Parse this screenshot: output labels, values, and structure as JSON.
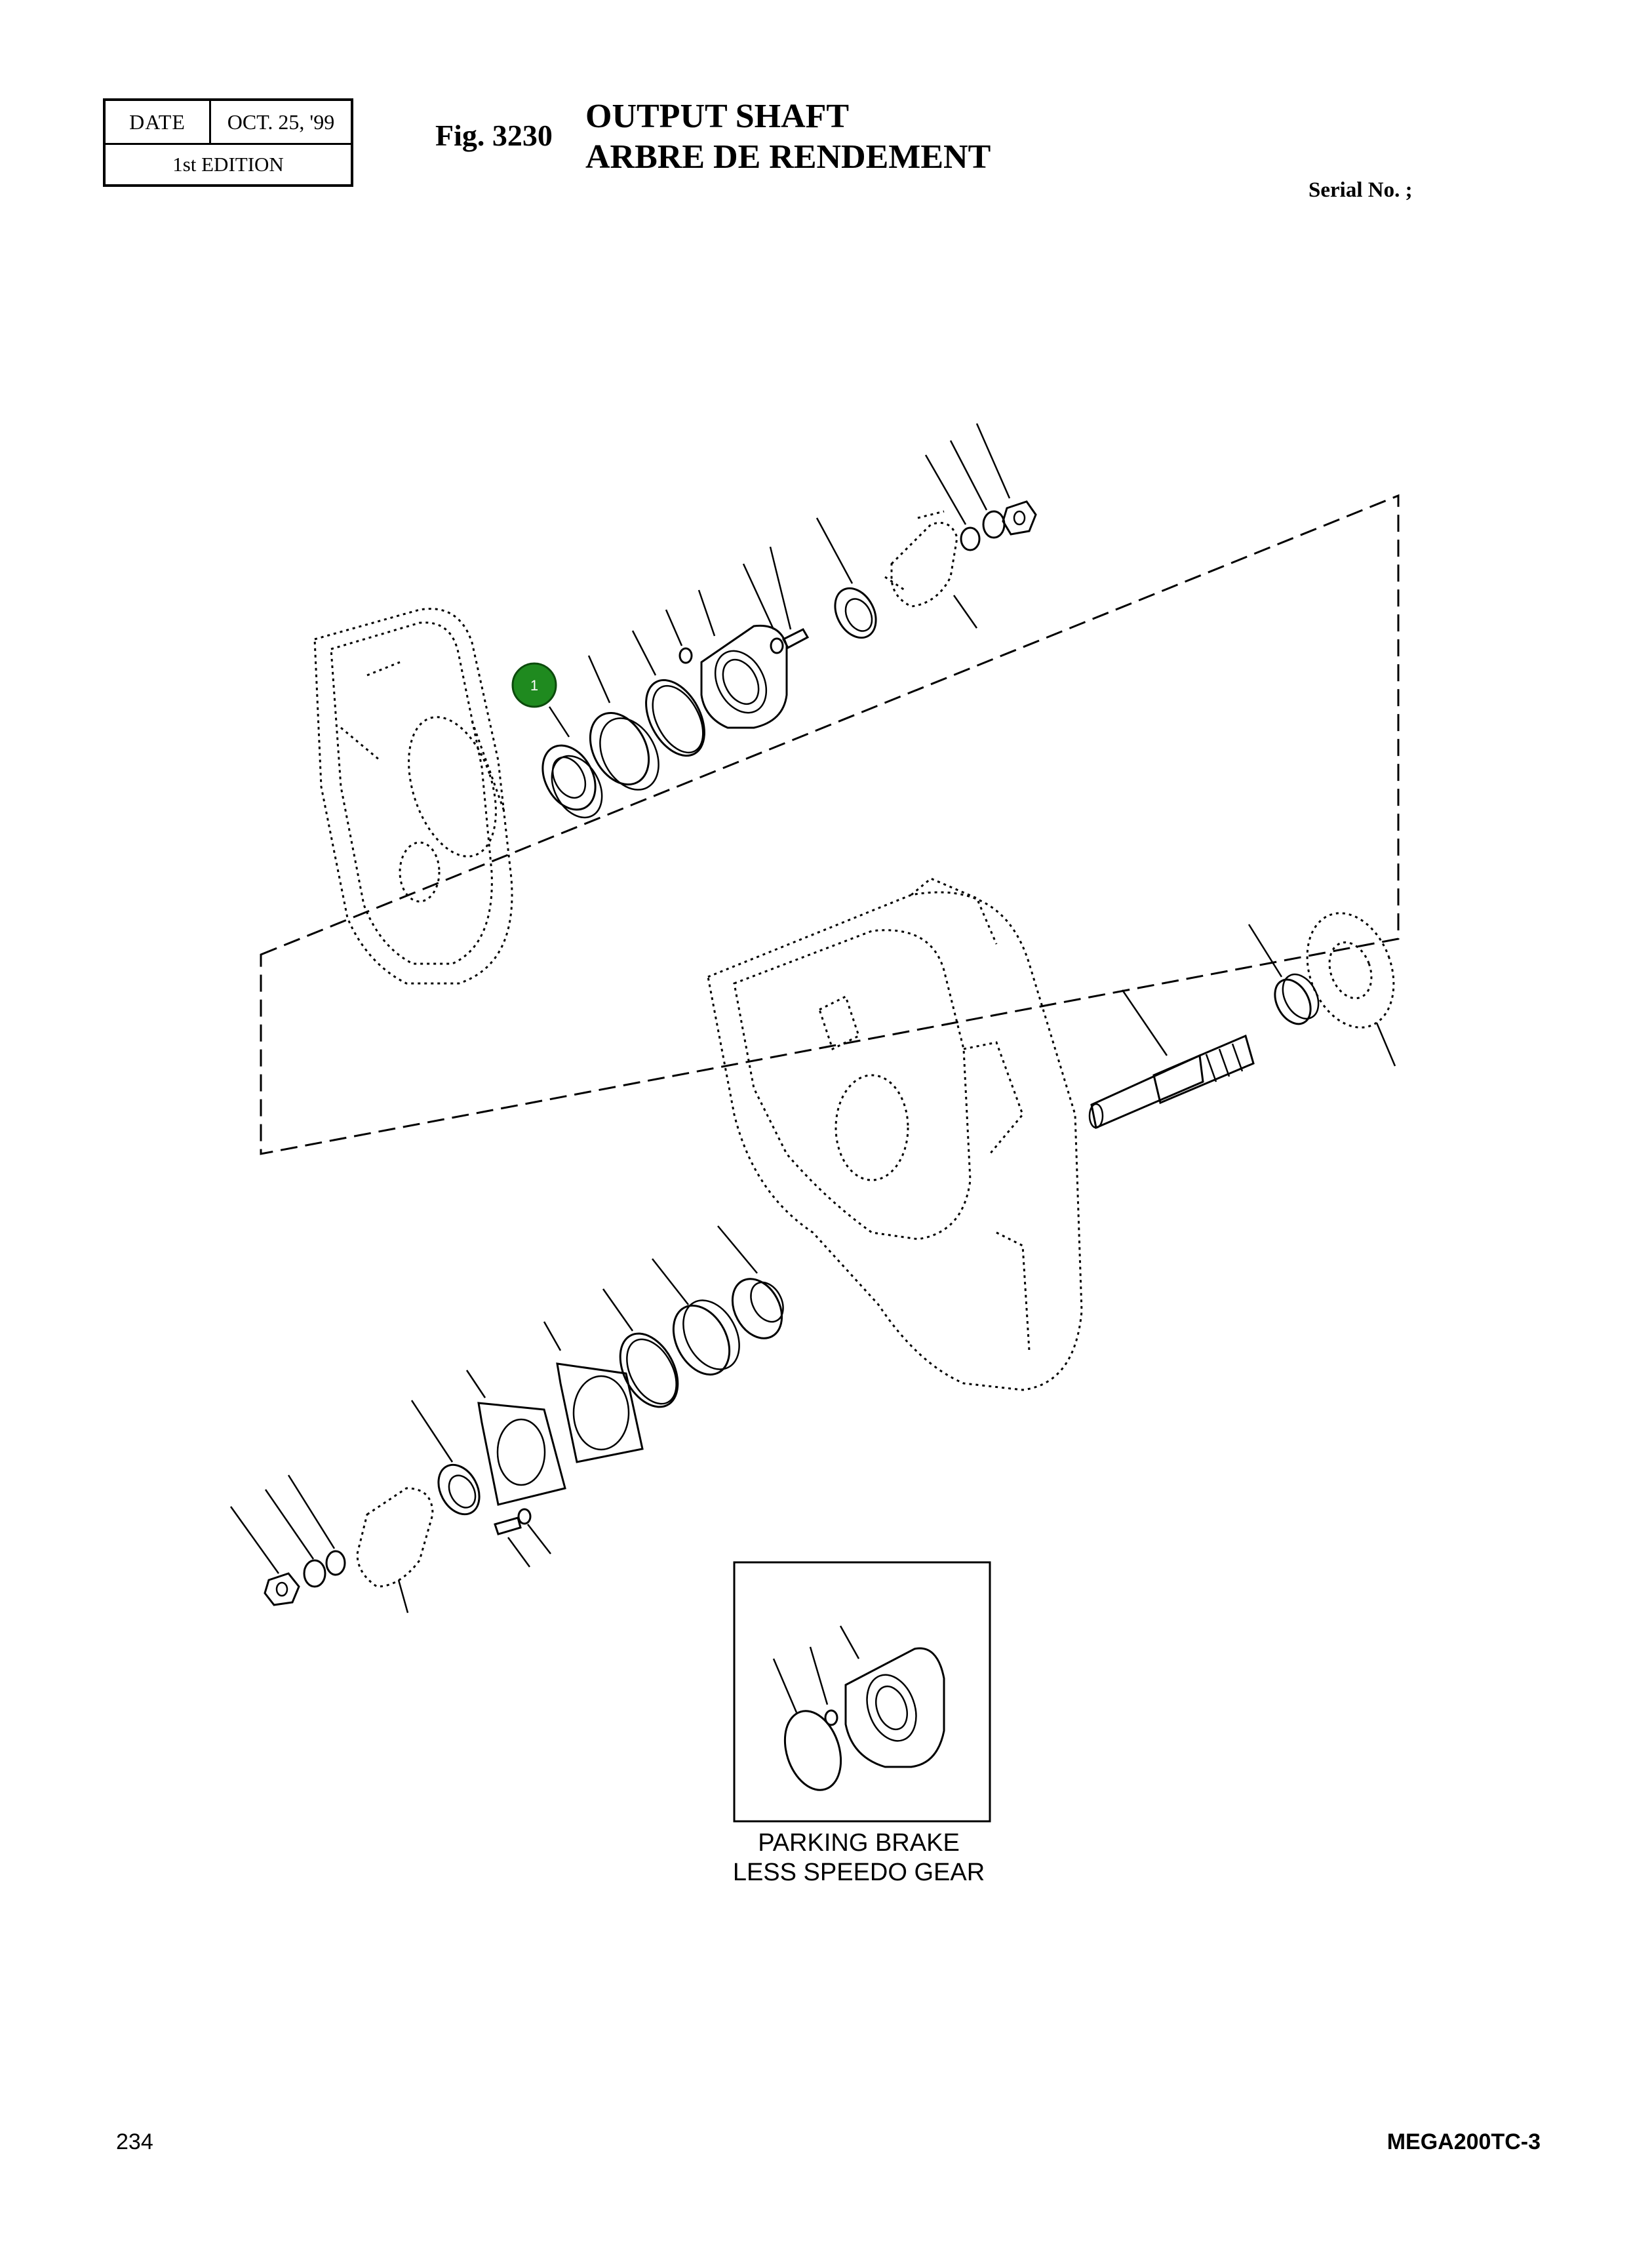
{
  "header": {
    "date_label": "DATE",
    "date_value": "OCT. 25, '99",
    "edition": "1st EDITION",
    "fig_number": "Fig. 3230",
    "title_en": "OUTPUT SHAFT",
    "title_fr": "ARBRE DE RENDEMENT",
    "serial": "Serial No. ;"
  },
  "diagram": {
    "callouts": [
      {
        "label": "1",
        "color": "#1f8a1f"
      }
    ],
    "inset_caption_line1": "PARKING BRAKE",
    "inset_caption_line2": "LESS SPEEDO GEAR"
  },
  "footer": {
    "page_number": "234",
    "model": "MEGA200TC-3"
  }
}
